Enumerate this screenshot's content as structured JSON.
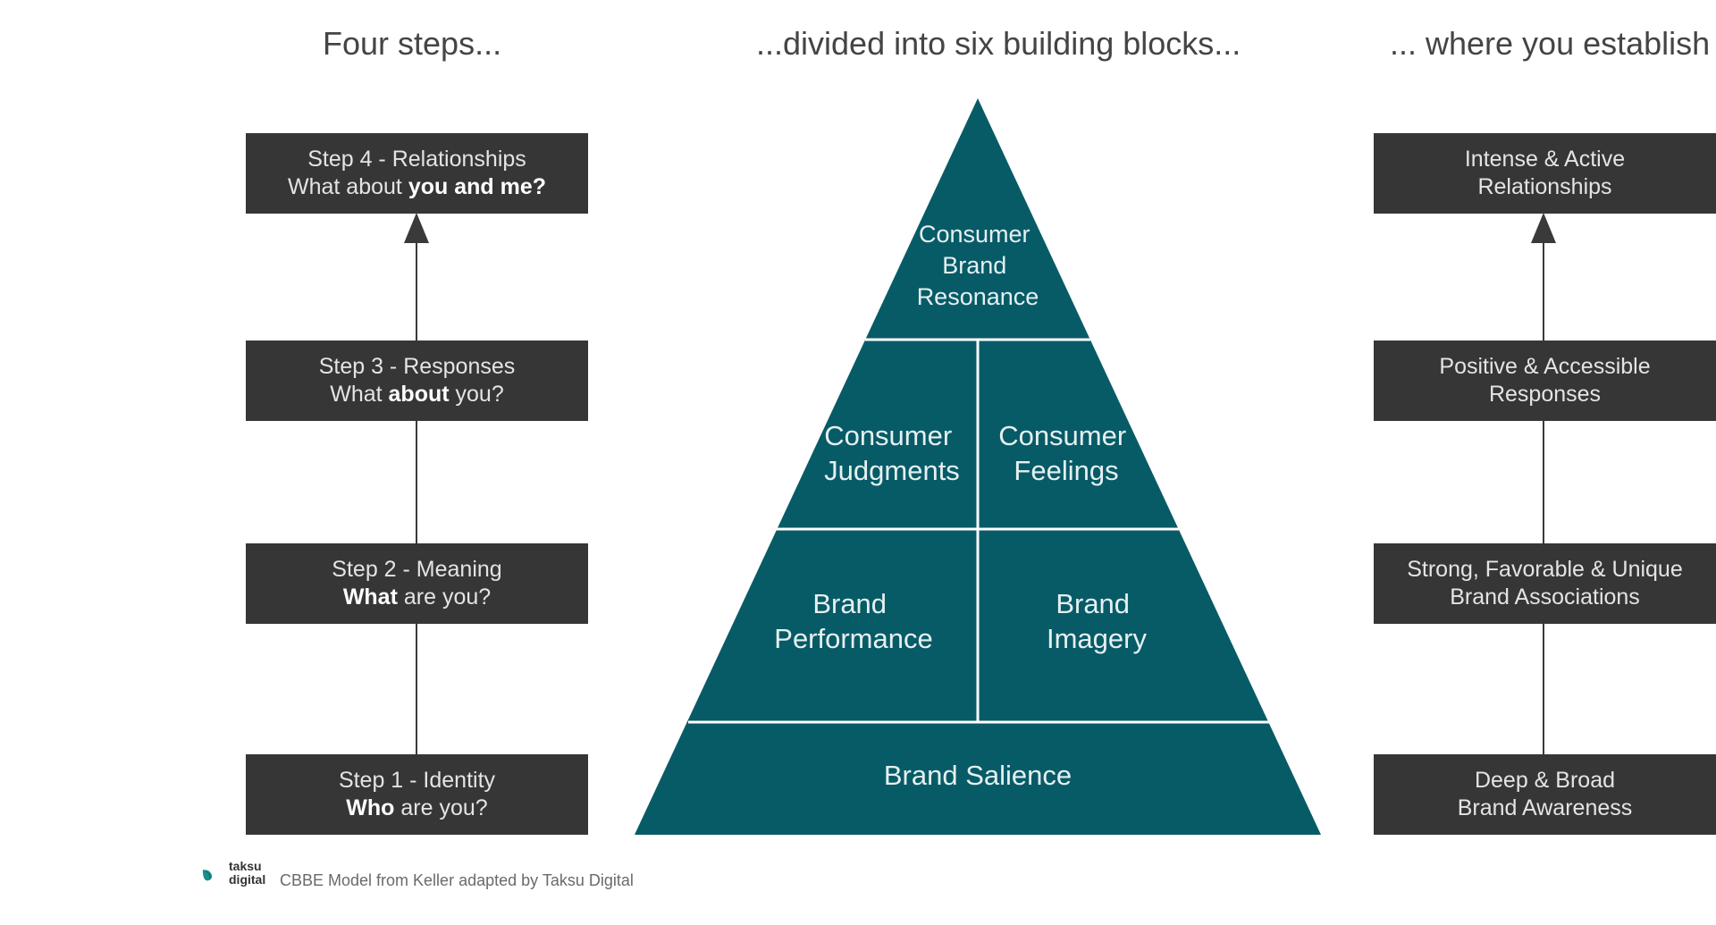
{
  "headings": {
    "left": "Four steps...",
    "center": "...divided into six building blocks...",
    "right": "... where you establish"
  },
  "steps": [
    {
      "title": "Step 4 - Relationships",
      "q_pre": "What about ",
      "q_bold": "you and me?",
      "q_post": ""
    },
    {
      "title": "Step 3 - Responses",
      "q_pre": "What ",
      "q_bold": "about",
      "q_post": " you?"
    },
    {
      "title": "Step 2 - Meaning",
      "q_pre": "",
      "q_bold": "What",
      "q_post": " are you?"
    },
    {
      "title": "Step 1 - Identity",
      "q_pre": "",
      "q_bold": "Who",
      "q_post": " are you?"
    }
  ],
  "pyramid": {
    "color": "#075b67",
    "resonance": [
      "Consumer",
      "Brand",
      "Resonance"
    ],
    "judgments": [
      "Consumer",
      "Judgments"
    ],
    "feelings": [
      "Consumer",
      "Feelings"
    ],
    "performance": [
      "Brand",
      "Performance"
    ],
    "imagery": [
      "Brand",
      "Imagery"
    ],
    "salience": "Brand Salience"
  },
  "outcomes": [
    {
      "line1": "Intense & Active",
      "line2": "Relationships"
    },
    {
      "line1": "Positive & Accessible",
      "line2": "Responses"
    },
    {
      "line1": "Strong, Favorable & Unique",
      "line2": "Brand Associations"
    },
    {
      "line1": "Deep & Broad",
      "line2": "Brand Awareness"
    }
  ],
  "footer": {
    "logo_line1": "taksu",
    "logo_line2": "digital",
    "logo_icon": "leaf-logo-icon",
    "caption": "CBBE Model from Keller adapted by Taksu Digital"
  }
}
